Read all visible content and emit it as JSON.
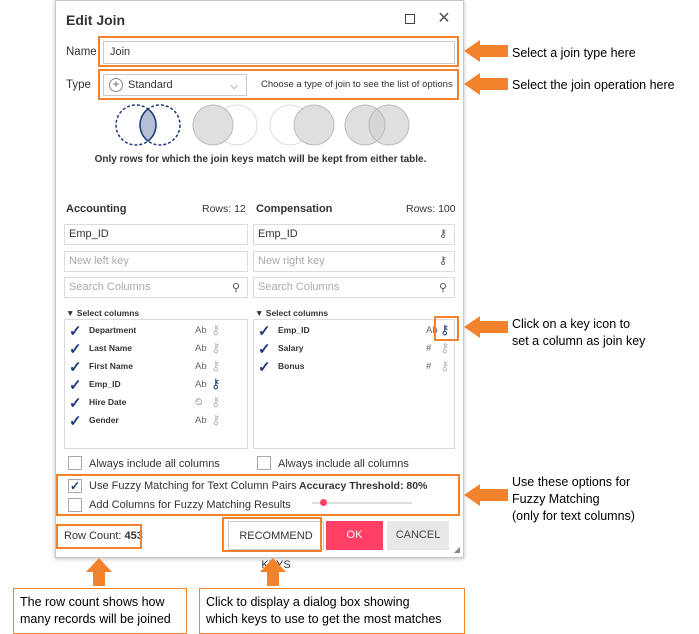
{
  "dialog": {
    "title": "Edit Join",
    "name_label": "Name",
    "name_value": "Join",
    "type_label": "Type",
    "type_value": "Standard",
    "type_hint": "Choose a type of join to see the list of options",
    "join_description": "Only rows for which the join keys match will be kept from either table."
  },
  "left": {
    "title": "Accounting",
    "rows": "Rows: 12",
    "key": "Emp_ID",
    "new_key_placeholder": "New left key",
    "search_placeholder": "Search Columns",
    "select_header": "Select columns",
    "columns": [
      {
        "name": "Department",
        "type": "Ab",
        "key": false
      },
      {
        "name": "Last Name",
        "type": "Ab",
        "key": false
      },
      {
        "name": "First Name",
        "type": "Ab",
        "key": false
      },
      {
        "name": "Emp_ID",
        "type": "Ab",
        "key": true
      },
      {
        "name": "Hire Date",
        "type": "⏲",
        "key": false
      },
      {
        "name": "Gender",
        "type": "Ab",
        "key": false
      }
    ],
    "include_all": "Always include all columns"
  },
  "right": {
    "title": "Compensation",
    "rows": "Rows: 100",
    "key": "Emp_ID",
    "new_key_placeholder": "New right key",
    "search_placeholder": "Search Columns",
    "select_header": "Select columns",
    "columns": [
      {
        "name": "Emp_ID",
        "type": "Ab",
        "key": true
      },
      {
        "name": "Salary",
        "type": "#",
        "key": false
      },
      {
        "name": "Bonus",
        "type": "#",
        "key": false
      }
    ],
    "include_all": "Always include all columns"
  },
  "fuzzy": {
    "use_label": "Use Fuzzy Matching for Text Column Pairs",
    "use_checked": true,
    "add_label": "Add Columns for Fuzzy Matching Results",
    "add_checked": false,
    "threshold_label": "Accuracy Threshold:",
    "threshold_value": "80%",
    "threshold_fraction": 0.8
  },
  "footer": {
    "row_count_label": "Row Count:",
    "row_count_value": "453",
    "recommend_label": "RECOMMEND KEYS",
    "ok_label": "OK",
    "cancel_label": "CANCEL"
  },
  "callouts": {
    "join_type": "Select a join type here",
    "join_operation": "Select the join operation here",
    "key_icon": "Click on a key icon to\nset a column as join key",
    "fuzzy": "Use these options for\nFuzzy Matching\n(only for text columns)",
    "row_count": "The row count shows how\nmany records will be joined",
    "recommend": "Click to display a dialog box showing\nwhich keys to use to get the most matches"
  },
  "colors": {
    "accent": "#f3822c",
    "ok_button": "#ff3f63",
    "checkmark": "#1f3a78"
  }
}
